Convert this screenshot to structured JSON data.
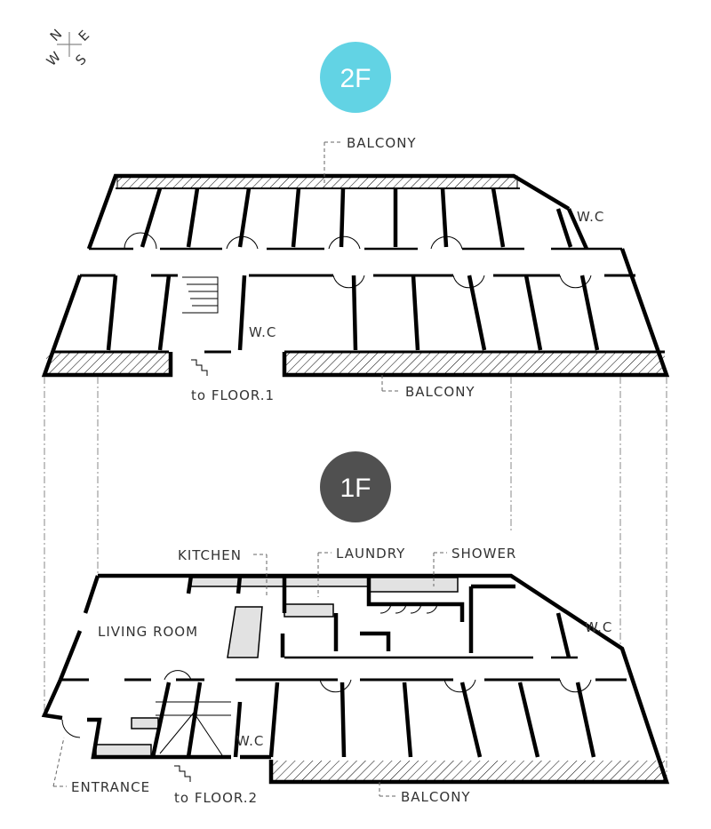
{
  "compass": {
    "n": "N",
    "e": "E",
    "s": "S",
    "w": "W"
  },
  "floor2": {
    "badge": "2F",
    "badge_color": "#62d3e4",
    "balcony_top": "BALCONY",
    "balcony_bottom": "BALCONY",
    "wc_right": "W.C",
    "wc_center": "W.C",
    "stairs_label": "to FLOOR.1"
  },
  "floor1": {
    "badge": "1F",
    "badge_color": "#505050",
    "kitchen": "KITCHEN",
    "laundry": "LAUNDRY",
    "shower": "SHOWER",
    "living_room": "LIVING ROOM",
    "wc_right": "W.C",
    "wc_center": "W.C",
    "entrance": "ENTRANCE",
    "stairs_label": "to FLOOR.2",
    "balcony": "BALCONY"
  }
}
